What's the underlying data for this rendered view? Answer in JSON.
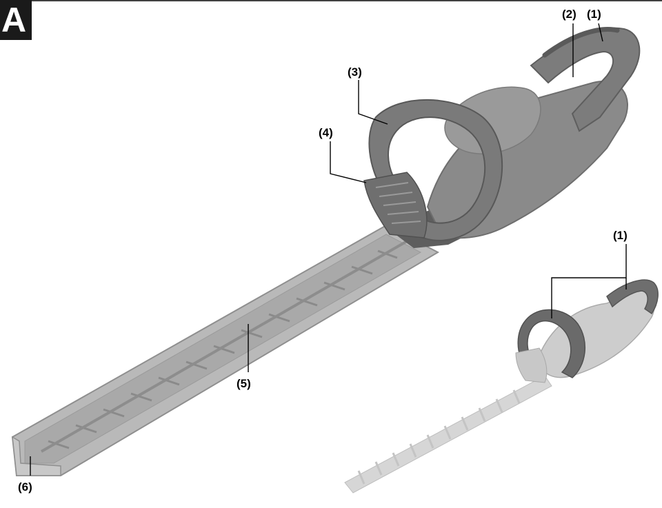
{
  "figure_letter": "A",
  "callouts": {
    "c1": "(1)",
    "c2": "(2)",
    "c3": "(3)",
    "c4": "(4)",
    "c5": "(5)",
    "c6": "(6)",
    "c1_inset": "(1)"
  },
  "colors": {
    "body_fill": "#8c8c8c",
    "body_dark": "#6a6a6a",
    "guard_fill": "#7b7b7b",
    "blade_cover_fill": "#b7b7b7",
    "blade_cover_stroke": "#8f8f8f",
    "inset_body_fill": "#cfcfcf",
    "inset_blade_fill": "#dcdcdc",
    "line_color": "#000000"
  }
}
